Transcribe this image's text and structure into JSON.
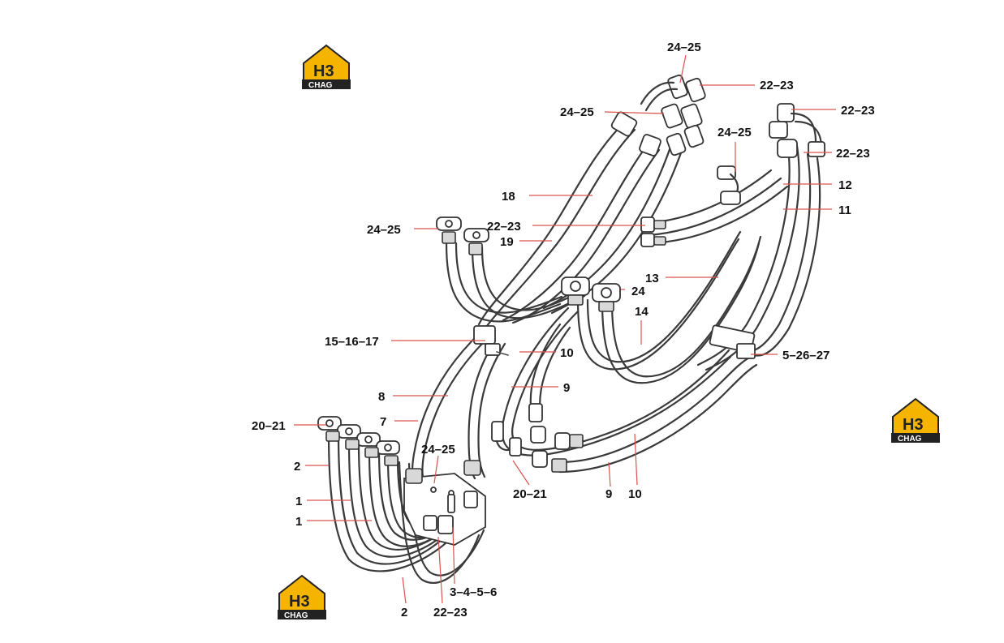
{
  "logo": {
    "mark": "H3",
    "word": "CHAG"
  },
  "labels": {
    "l_24_25_top": "24–25",
    "l_22_23_a": "22–23",
    "l_24_25_b": "24–25",
    "l_22_23_b": "22–23",
    "l_24_25_c": "24–25",
    "l_22_23_c": "22–23",
    "l_12": "12",
    "l_18": "18",
    "l_11": "11",
    "l_24_25_d": "24–25",
    "l_22_23_d": "22–23",
    "l_19": "19",
    "l_13": "13",
    "l_24": "24",
    "l_14": "14",
    "l_15_16_17": "15–16–17",
    "l_10_a": "10",
    "l_5_26_27": "5–26–27",
    "l_9_a": "9",
    "l_8": "8",
    "l_20_21_a": "20–21",
    "l_7": "7",
    "l_24_25_e": "24–25",
    "l_2_a": "2",
    "l_20_21_b": "20–21",
    "l_9_b": "9",
    "l_10_b": "10",
    "l_1_a": "1",
    "l_1_b": "1",
    "l_3_4_5_6": "3–4–5–6",
    "l_2_b": "2",
    "l_22_23_e": "22–23"
  }
}
